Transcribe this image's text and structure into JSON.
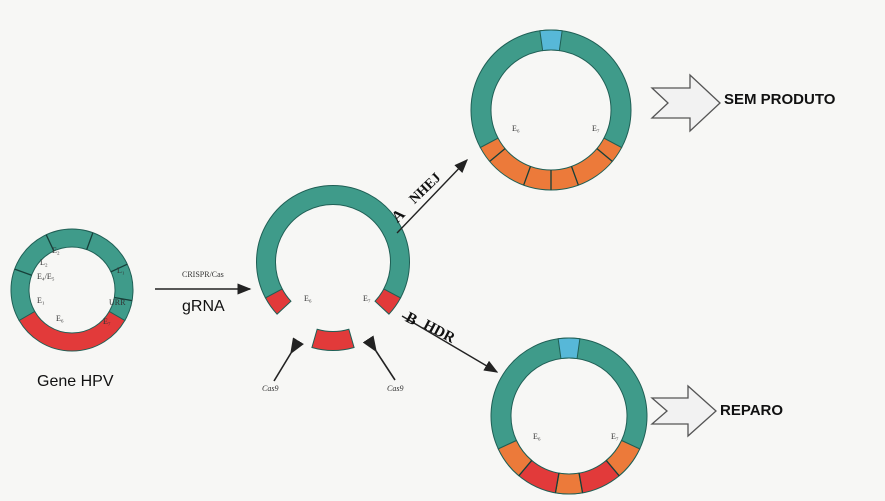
{
  "colors": {
    "teal": "#3f9b8a",
    "teal_dark": "#1f5f55",
    "red": "#e23a3a",
    "orange": "#ec7a3a",
    "blue_hint": "#57b8d8",
    "arrow": "#222222",
    "hollow_arrow": "#f2f2f2"
  },
  "gene_plasmid": {
    "caption": "Gene HPV",
    "genes": {
      "e1": "E₁",
      "e2": "E₂",
      "e4e5": "E₄/E₅",
      "l2": "L₂",
      "l1": "L₁",
      "urr": "URR",
      "e6": "E₆",
      "e7": "E₇"
    }
  },
  "step1": {
    "label_top": "CRISPR/Cas",
    "label_bottom": "gRNA"
  },
  "cut_plasmid": {
    "left_end": "E₆",
    "right_end": "E₇",
    "cas_left": "Cas9",
    "cas_right": "Cas9"
  },
  "path_a": {
    "letter": "A",
    "label": "NHEJ"
  },
  "path_b": {
    "letter": "B",
    "label": "HDR"
  },
  "result_a": {
    "left_gene": "E₆",
    "right_gene": "E₇",
    "outcome": "SEM PRODUTO"
  },
  "result_b": {
    "left_gene": "E₆",
    "right_gene": "E₇",
    "outcome": "REPARO"
  }
}
